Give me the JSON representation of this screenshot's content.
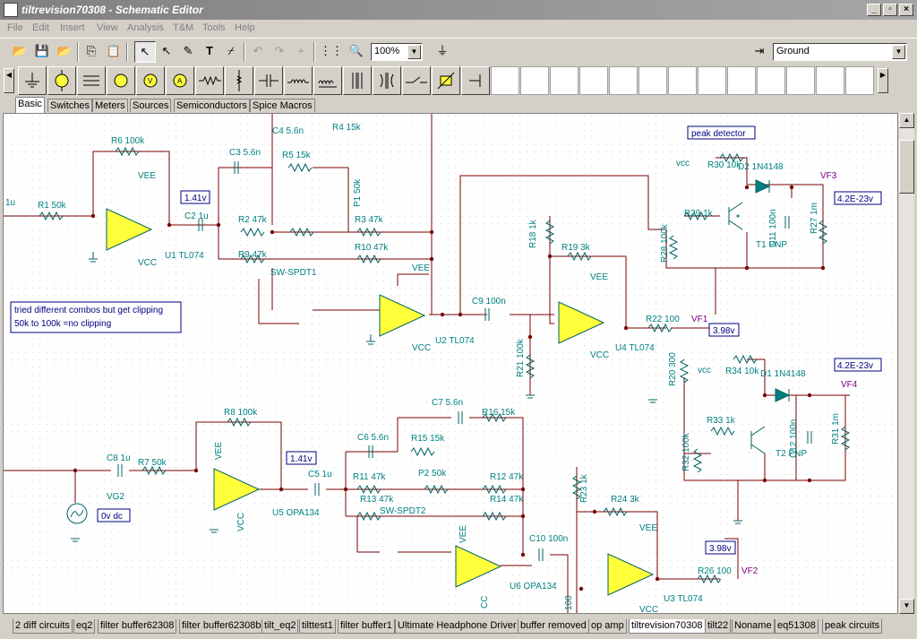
{
  "window": {
    "title": "tiltrevision70308 - Schematic Editor"
  },
  "menu": [
    "File",
    "Edit",
    "Insert",
    "View",
    "Analysis",
    "T&M",
    "Tools",
    "Help"
  ],
  "toolbar": {
    "zoom": "100%",
    "ground_select": "Ground"
  },
  "component_tabs": [
    "Basic",
    "Switches",
    "Meters",
    "Sources",
    "Semiconductors",
    "Spice Macros"
  ],
  "schematic": {
    "labels": {
      "in1": "1u",
      "r1": "R1 50k",
      "r6": "R6 100k",
      "vee1": "VEE",
      "vcc1": "VCC",
      "u1": "U1 TL074",
      "vm1": "1.41v",
      "c2": "C2 1u",
      "c3": "C3 5.6n",
      "c4": "C4 5.6n",
      "r4": "R4 15k",
      "r5": "R5 15k",
      "p1": "P1 50k",
      "r2": "R2 47k",
      "r3": "R3 47k",
      "r9": "R9 47k",
      "r10": "R10 47k",
      "sw1": "SW-SPDT1",
      "vee2": "VEE",
      "vcc2": "VCC",
      "u2": "U2 TL074",
      "c9": "C9 100n",
      "r21": "R21 100k",
      "r18": "R18 1k",
      "r19": "R19 3k",
      "vee4": "VEE",
      "vcc4": "VCC",
      "u4": "U4 TL074",
      "r22": "R22 100",
      "vf1": "VF1",
      "vm_vf1": "3.98v",
      "r20": "R20 300",
      "vcc_t2": "vcc",
      "r34": "R34 10k",
      "d1": "D1 1N4148",
      "vm_vf4": "4.2E-23v",
      "vf4": "VF4",
      "peak": "peak detector",
      "vcc_t1": "vcc",
      "r30": "R30 10k",
      "d2": "D2 1N4148",
      "vf3": "VF3",
      "vm_vf3": "4.2E-23v",
      "r29": "R29 1k",
      "c11": "C11 100n",
      "r27": "R27 1m",
      "r28": "R28 100k",
      "t1": "T1 PNP",
      "note1": "tried different combos but get clipping",
      "note2": "50k to 100k =no clipping",
      "r33": "R33 1k",
      "c12": "C12 100n",
      "r31": "R31 1m",
      "r32": "R32 100k",
      "t2": "T2 PNP",
      "r8": "R8 100k",
      "c8": "C8 1u",
      "r7": "R7 50k",
      "vg2": "VG2",
      "vdc": "0v dc",
      "vee5": "VEE",
      "vcc5": "VCC",
      "u5": "U5 OPA134",
      "vm5": "1.41v",
      "c5": "C5 1u",
      "c7": "C7 5.6n",
      "r16": "R16 15k",
      "c6": "C6 5.6n",
      "r15": "R15 15k",
      "r11": "R11 47k",
      "p2": "P2 50k",
      "r12": "R12 47k",
      "r13": "R13 47k",
      "r14": "R14 47k",
      "sw2": "SW-SPDT2",
      "vee6": "VEE",
      "vcc6": "CC",
      "u6": "U6 OPA134",
      "c10": "C10 100n",
      "r23": "R23 1k",
      "r24": "R24 3k",
      "vee3": "VEE",
      "vcc3": "VCC",
      "u3": "U3 TL074",
      "r26": "R26 100",
      "vf2": "VF2",
      "vm_vf2": "3.98v",
      "r100": "100"
    }
  },
  "sheet_tabs": [
    "2 diff circuits",
    "eq2",
    "filter buffer62308",
    "filter buffer62308b",
    "tilt_eq2",
    "tilttest1",
    "filter buffer1",
    "Ultimate Headphone Driver",
    "buffer removed",
    "op amp",
    "tiltrevision70308",
    "tilt22",
    "Noname",
    "eq51308",
    "peak circuits"
  ],
  "colors": {
    "wire": "#7a0000",
    "label": "#008080",
    "opamp": "#ffff3c",
    "meter_border": "#000080",
    "diode": "#008080"
  }
}
